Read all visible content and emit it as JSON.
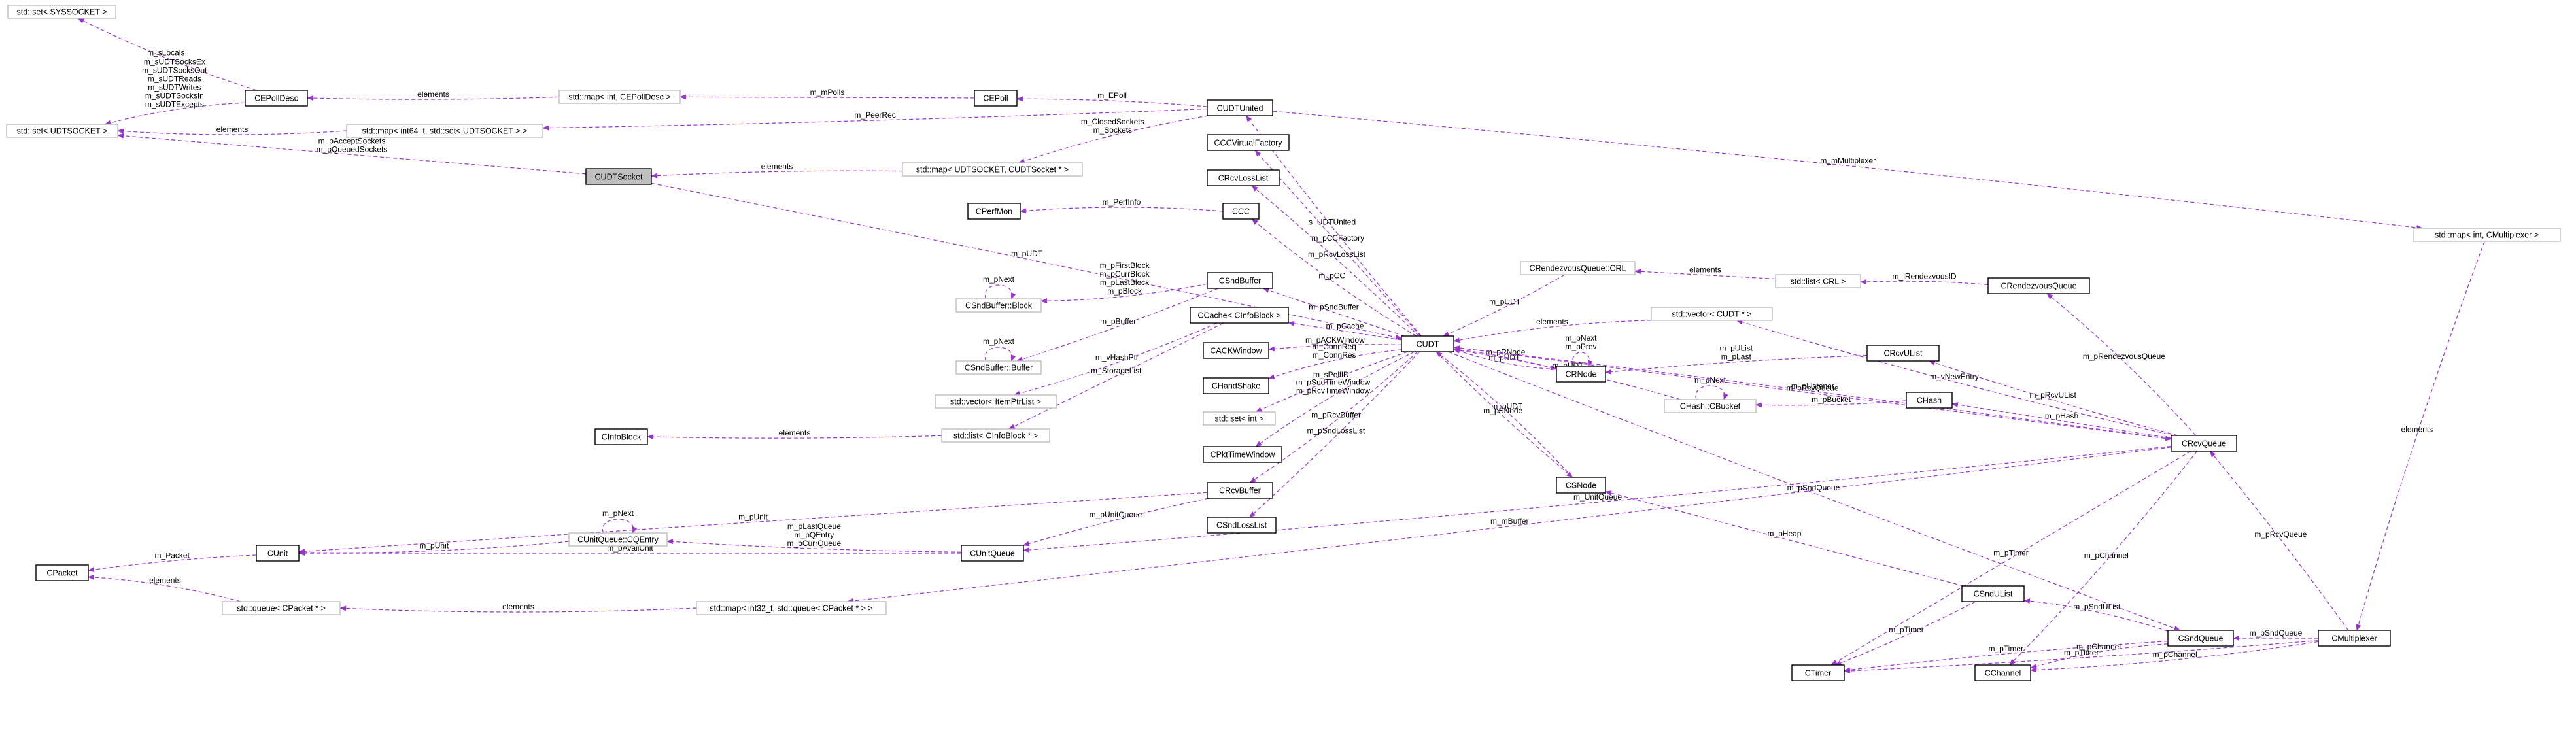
{
  "diagram": {
    "edge_color": "#9a32cd",
    "highlight_fill": "#bfbfbf",
    "nodes": [
      {
        "id": "sysset",
        "label": "std::set< SYSSOCKET >",
        "external": true
      },
      {
        "id": "epolldesc",
        "label": "CEPollDesc"
      },
      {
        "id": "mapint_epd",
        "label": "std::map< int, CEPollDesc >",
        "external": true
      },
      {
        "id": "cepoll",
        "label": "CEPoll"
      },
      {
        "id": "cudtunited",
        "label": "CUDTUnited"
      },
      {
        "id": "udtset",
        "label": "std::set< UDTSOCKET >",
        "external": true
      },
      {
        "id": "map64set",
        "label": "std::map< int64_t, std::set< UDTSOCKET > >",
        "external": true
      },
      {
        "id": "cudtsocket",
        "label": "CUDTSocket",
        "highlight": true
      },
      {
        "id": "mapudtsock",
        "label": "std::map< UDTSOCKET, CUDTSocket * >",
        "external": true
      },
      {
        "id": "cccfactory",
        "label": "CCCVirtualFactory"
      },
      {
        "id": "crcvlosslist",
        "label": "CRcvLossList"
      },
      {
        "id": "cperfmon",
        "label": "CPerfMon"
      },
      {
        "id": "ccc",
        "label": "CCC"
      },
      {
        "id": "csndbuffer",
        "label": "CSndBuffer"
      },
      {
        "id": "sndblock",
        "label": "CSndBuffer::Block",
        "external": true
      },
      {
        "id": "sndbuf",
        "label": "CSndBuffer::Buffer",
        "external": true
      },
      {
        "id": "ccacheinfo",
        "label": "CCache< CInfoBlock >"
      },
      {
        "id": "cackwindow",
        "label": "CACKWindow"
      },
      {
        "id": "chandshake",
        "label": "CHandShake"
      },
      {
        "id": "vecitemptr",
        "label": "std::vector< ItemPtrList >",
        "external": true
      },
      {
        "id": "cinfoblock",
        "label": "CInfoBlock"
      },
      {
        "id": "listinfoblock",
        "label": "std::list< CInfoBlock * >",
        "external": true
      },
      {
        "id": "setint",
        "label": "std::set< int >",
        "external": true
      },
      {
        "id": "cpkttimewindow",
        "label": "CPktTimeWindow"
      },
      {
        "id": "crcvbuffer",
        "label": "CRcvBuffer"
      },
      {
        "id": "csndlosslist",
        "label": "CSndLossList"
      },
      {
        "id": "cudt",
        "label": "CUDT"
      },
      {
        "id": "cunit",
        "label": "CUnit"
      },
      {
        "id": "cqentry",
        "label": "CUnitQueue::CQEntry",
        "external": true
      },
      {
        "id": "cunitqueue",
        "label": "CUnitQueue"
      },
      {
        "id": "cpacket",
        "label": "CPacket"
      },
      {
        "id": "queuepkt",
        "label": "std::queue< CPacket * >",
        "external": true
      },
      {
        "id": "mapqueue",
        "label": "std::map< int32_t, std::queue< CPacket * > >",
        "external": true
      },
      {
        "id": "crdvcrl",
        "label": "CRendezvousQueue::CRL",
        "external": true
      },
      {
        "id": "listcrl",
        "label": "std::list< CRL >",
        "external": true
      },
      {
        "id": "crdvqueue",
        "label": "CRendezvousQueue"
      },
      {
        "id": "vecudt",
        "label": "std::vector< CUDT * >",
        "external": true
      },
      {
        "id": "crnode",
        "label": "CRNode"
      },
      {
        "id": "crcvulist",
        "label": "CRcvUList"
      },
      {
        "id": "chashbucket",
        "label": "CHash::CBucket",
        "external": true
      },
      {
        "id": "chash",
        "label": "CHash"
      },
      {
        "id": "csnode",
        "label": "CSNode"
      },
      {
        "id": "crcvqueue",
        "label": "CRcvQueue"
      },
      {
        "id": "csndulist",
        "label": "CSndUList"
      },
      {
        "id": "csndqueue",
        "label": "CSndQueue"
      },
      {
        "id": "ctimer",
        "label": "CTimer"
      },
      {
        "id": "cchannel",
        "label": "CChannel"
      },
      {
        "id": "cmultiplexer",
        "label": "CMultiplexer"
      },
      {
        "id": "mapmux",
        "label": "std::map< int, CMultiplexer >",
        "external": true
      }
    ],
    "edges": [
      {
        "from": "epolldesc",
        "to": "sysset",
        "label": "m_sLocals"
      },
      {
        "from": "mapint_epd",
        "to": "epolldesc",
        "label": "elements"
      },
      {
        "from": "cepoll",
        "to": "mapint_epd",
        "label": "m_mPolls"
      },
      {
        "from": "cudtunited",
        "to": "cepoll",
        "label": "m_EPoll"
      },
      {
        "from": "epolldesc",
        "to": "udtset",
        "label": "m_sUDTSocksEx\nm_sUDTSocksOut\nm_sUDTReads\nm_sUDTWrites\nm_sUDTSocksIn\nm_sUDTExcepts"
      },
      {
        "from": "map64set",
        "to": "udtset",
        "label": "elements"
      },
      {
        "from": "cudtunited",
        "to": "map64set",
        "label": "m_PeerRec"
      },
      {
        "from": "cudtsocket",
        "to": "udtset",
        "label": "m_pAcceptSockets\nm_pQueuedSockets"
      },
      {
        "from": "mapudtsock",
        "to": "cudtsocket",
        "label": "elements"
      },
      {
        "from": "cudtunited",
        "to": "mapudtsock",
        "label": "m_ClosedSockets\nm_Sockets"
      },
      {
        "from": "cudtunited",
        "to": "mapmux",
        "label": "m_mMultiplexer"
      },
      {
        "from": "cudt",
        "to": "cudtunited",
        "label": "s_UDTUnited"
      },
      {
        "from": "cudt",
        "to": "cccfactory",
        "label": "m_pCCFactory"
      },
      {
        "from": "cudt",
        "to": "crcvlosslist",
        "label": "m_pRcvLossList"
      },
      {
        "from": "ccc",
        "to": "cperfmon",
        "label": "m_PerfInfo"
      },
      {
        "from": "cudt",
        "to": "ccc",
        "label": "m_pCC"
      },
      {
        "from": "cudtsocket",
        "to": "cudt",
        "label": "m_pUDT"
      },
      {
        "from": "cudt",
        "to": "csndbuffer",
        "label": "m_pSndBuffer"
      },
      {
        "from": "sndblock",
        "to": "sndblock",
        "label": "m_pNext"
      },
      {
        "from": "sndbuf",
        "to": "sndbuf",
        "label": "m_pNext"
      },
      {
        "from": "csndbuffer",
        "to": "sndblock",
        "label": "m_pFirstBlock\nm_pCurrBlock\nm_pLastBlock\nm_pBlock"
      },
      {
        "from": "csndbuffer",
        "to": "sndbuf",
        "label": "m_pBuffer"
      },
      {
        "from": "cudt",
        "to": "ccacheinfo",
        "label": "m_pCache"
      },
      {
        "from": "cudt",
        "to": "cackwindow",
        "label": "m_pACKWindow"
      },
      {
        "from": "cudt",
        "to": "chandshake",
        "label": "m_ConnReq\nm_ConnRes"
      },
      {
        "from": "ccacheinfo",
        "to": "vecitemptr",
        "label": "m_vHashPtr"
      },
      {
        "from": "listinfoblock",
        "to": "cinfoblock",
        "label": "elements"
      },
      {
        "from": "ccacheinfo",
        "to": "listinfoblock",
        "label": "m_StorageList"
      },
      {
        "from": "cudt",
        "to": "setint",
        "label": "m_sPollID"
      },
      {
        "from": "cudt",
        "to": "cpkttimewindow",
        "label": "m_pSndTimeWindow\nm_pRcvTimeWindow"
      },
      {
        "from": "cudt",
        "to": "crcvbuffer",
        "label": "m_pRcvBuffer"
      },
      {
        "from": "cudt",
        "to": "csndlosslist",
        "label": "m_pSndLossList"
      },
      {
        "from": "crcvbuffer",
        "to": "cunit",
        "label": "m_pUnit"
      },
      {
        "from": "crcvbuffer",
        "to": "cunitqueue",
        "label": "m_pUnitQueue"
      },
      {
        "from": "cqentry",
        "to": "cqentry",
        "label": "m_pNext"
      },
      {
        "from": "cqentry",
        "to": "cunit",
        "label": "m_pUnit"
      },
      {
        "from": "cunitqueue",
        "to": "cqentry",
        "label": "m_pLastQueue\nm_pQEntry\nm_pCurrQueue"
      },
      {
        "from": "cunitqueue",
        "to": "cunit",
        "label": "m_pAvailUnit"
      },
      {
        "from": "cunit",
        "to": "cpacket",
        "label": "m_Packet"
      },
      {
        "from": "queuepkt",
        "to": "cpacket",
        "label": "elements"
      },
      {
        "from": "mapqueue",
        "to": "queuepkt",
        "label": "elements"
      },
      {
        "from": "crdvcrl",
        "to": "cudt",
        "label": "m_pUDT"
      },
      {
        "from": "listcrl",
        "to": "crdvcrl",
        "label": "elements"
      },
      {
        "from": "crdvqueue",
        "to": "listcrl",
        "label": "m_lRendezvousID"
      },
      {
        "from": "vecudt",
        "to": "cudt",
        "label": "elements"
      },
      {
        "from": "crnode",
        "to": "cudt",
        "label": "m_pUDT"
      },
      {
        "from": "cudt",
        "to": "crnode",
        "label": "m_pRNode"
      },
      {
        "from": "crnode",
        "to": "crnode",
        "label": "m_pNext\nm_pPrev"
      },
      {
        "from": "crcvulist",
        "to": "crnode",
        "label": "m_pUList\nm_pLast"
      },
      {
        "from": "chashbucket",
        "to": "cudt",
        "label": "m_pUDT"
      },
      {
        "from": "chashbucket",
        "to": "chashbucket",
        "label": "m_pNext"
      },
      {
        "from": "chash",
        "to": "chashbucket",
        "label": "m_pBucket"
      },
      {
        "from": "cudt",
        "to": "crcvqueue",
        "label": "m_pRcvQueue"
      },
      {
        "from": "crcvqueue",
        "to": "cudt",
        "label": "m_pListener"
      },
      {
        "from": "crcvqueue",
        "to": "crdvqueue",
        "label": "m_pRendezvousQueue"
      },
      {
        "from": "crcvqueue",
        "to": "vecudt",
        "label": "m_vNewEntry"
      },
      {
        "from": "crcvqueue",
        "to": "crcvulist",
        "label": "m_pRcvUList"
      },
      {
        "from": "crcvqueue",
        "to": "chash",
        "label": "m_pHash"
      },
      {
        "from": "cudt",
        "to": "csnode",
        "label": "m_pSNode"
      },
      {
        "from": "csnode",
        "to": "cudt",
        "label": "m_pUDT"
      },
      {
        "from": "crcvqueue",
        "to": "cunitqueue",
        "label": "m_UnitQueue"
      },
      {
        "from": "crcvqueue",
        "to": "mapqueue",
        "label": "m_mBuffer"
      },
      {
        "from": "csndulist",
        "to": "csnode",
        "label": "m_pHeap"
      },
      {
        "from": "cudt",
        "to": "csndqueue",
        "label": "m_pSndQueue"
      },
      {
        "from": "csndqueue",
        "to": "csndulist",
        "label": "m_pSndUList"
      },
      {
        "from": "crcvqueue",
        "to": "cchannel",
        "label": "m_pChannel"
      },
      {
        "from": "csndulist",
        "to": "ctimer",
        "label": "m_pTimer"
      },
      {
        "from": "crcvqueue",
        "to": "ctimer",
        "label": "m_pTimer"
      },
      {
        "from": "csndqueue",
        "to": "ctimer",
        "label": "m_pTimer"
      },
      {
        "from": "csndqueue",
        "to": "cchannel",
        "label": "m_pChannel"
      },
      {
        "from": "cmultiplexer",
        "to": "cchannel",
        "label": "m_pChannel"
      },
      {
        "from": "cmultiplexer",
        "to": "ctimer",
        "label": "m_pTimer"
      },
      {
        "from": "cmultiplexer",
        "to": "csndqueue",
        "label": "m_pSndQueue"
      },
      {
        "from": "cmultiplexer",
        "to": "crcvqueue",
        "label": "m_pRcvQueue"
      },
      {
        "from": "mapmux",
        "to": "cmultiplexer",
        "label": "elements"
      }
    ]
  }
}
